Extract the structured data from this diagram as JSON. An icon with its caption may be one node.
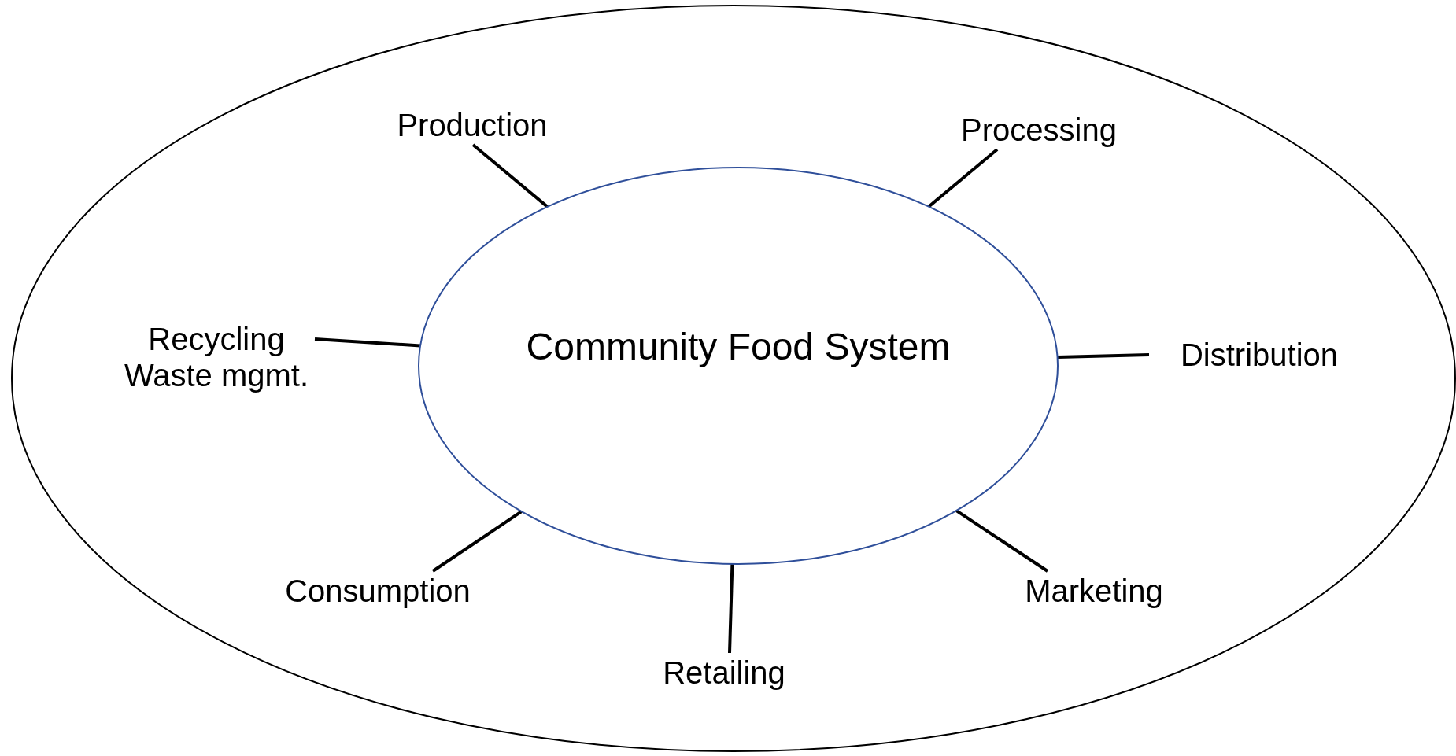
{
  "diagram": {
    "nodes": [
      {
        "text": [],
        "shape": "ellipse"
      },
      {
        "text": [
          "Community Food System"
        ],
        "in": 0
      },
      {
        "text": [
          "Production"
        ],
        "in": 0
      },
      {
        "text": [
          "Processing"
        ],
        "in": 0
      },
      {
        "text": [
          "Distribution"
        ],
        "in": 0
      },
      {
        "text": [
          "Marketing"
        ],
        "in": 0
      },
      {
        "text": [
          "Retailing"
        ],
        "in": 0
      },
      {
        "text": [
          "Consumption"
        ],
        "in": 0
      },
      {
        "text": [
          "Recycling Waste mgmt."
        ],
        "in": 0
      }
    ],
    "edges": [
      {
        "from": 2,
        "to": 1,
        "arrow": "none"
      },
      {
        "from": 3,
        "to": 1,
        "arrow": "none"
      },
      {
        "from": 4,
        "to": 1,
        "arrow": "none"
      },
      {
        "from": 5,
        "to": 1,
        "arrow": "none"
      },
      {
        "from": 6,
        "to": 1,
        "arrow": "none"
      },
      {
        "from": 7,
        "to": 1,
        "arrow": "none"
      },
      {
        "from": 8,
        "to": 1,
        "arrow": "none"
      }
    ]
  }
}
